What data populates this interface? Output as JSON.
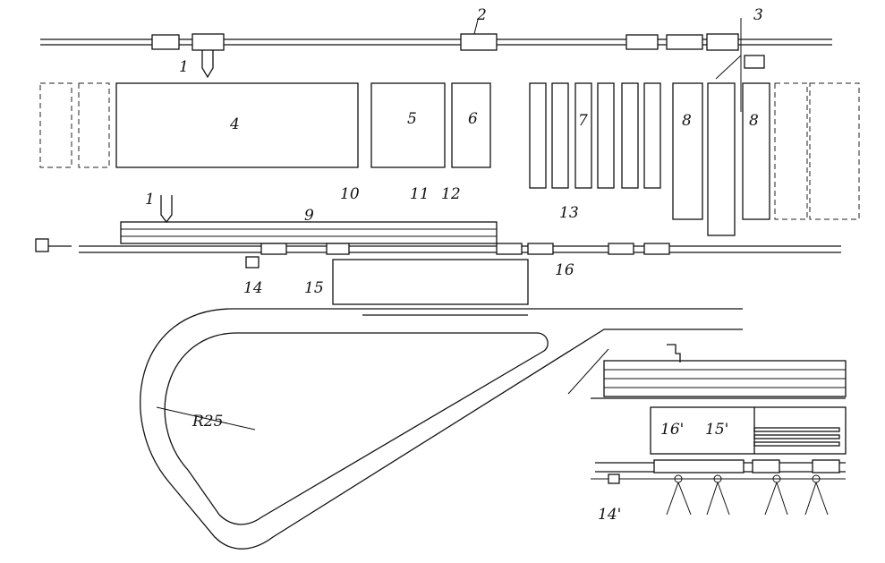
{
  "labels": {
    "crane_top": "1",
    "crane_bottom": "1",
    "l2": "2",
    "l3": "3",
    "l4": "4",
    "l5": "5",
    "l6": "6",
    "l7": "7",
    "l8a": "8",
    "l8b": "8",
    "l9": "9",
    "l10": "10",
    "l11": "11",
    "l12": "12",
    "l13": "13",
    "l14": "14",
    "l15": "15",
    "l16": "16",
    "radius": "R25",
    "l16p": "16'",
    "l15p": "15'",
    "l14p": "14'"
  }
}
